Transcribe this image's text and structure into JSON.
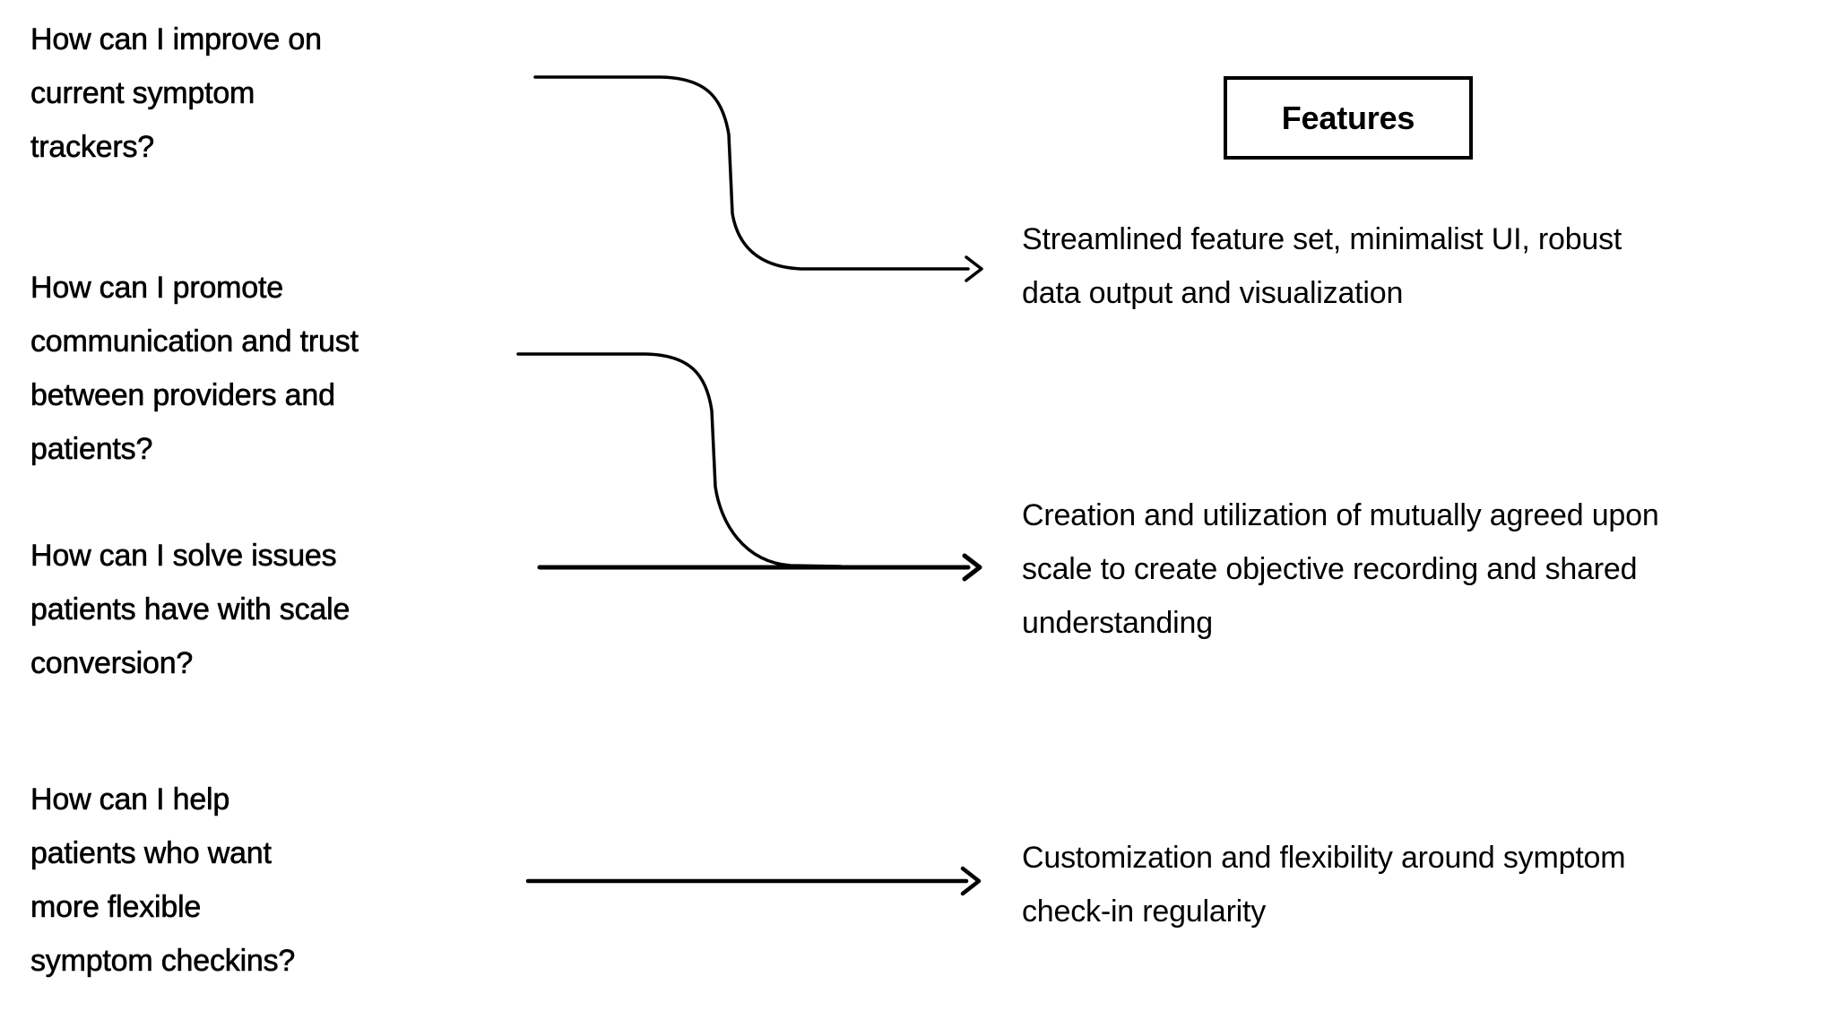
{
  "colors": {
    "background": "#ffffff",
    "ink": "#000000"
  },
  "features_box": {
    "label": "Features"
  },
  "questions": [
    {
      "id": "question-1",
      "label": "How can I improve on current symptom trackers?",
      "lines": [
        "How can I improve on",
        "current symptom",
        "trackers?"
      ]
    },
    {
      "id": "question-2",
      "label": "How can I promote communication and trust between providers and patients?",
      "lines": [
        "How can I promote",
        "communication and trust",
        "between providers and",
        "patients?"
      ]
    },
    {
      "id": "question-3",
      "label": "How can I solve issues patients have with scale conversion?",
      "lines": [
        "How can I solve issues",
        "patients have with scale",
        "conversion?"
      ]
    },
    {
      "id": "question-4",
      "label": "How can I help patients who want more flexible symptom checkins?",
      "lines": [
        "How can I help",
        "patients who want",
        "more flexible",
        "symptom checkins?"
      ]
    }
  ],
  "features": [
    {
      "id": "feature-1",
      "label": "Streamlined feature set, minimalist UI, robust data output and visualization",
      "lines": [
        "Streamlined feature set, minimalist UI, robust",
        "data output and visualization"
      ]
    },
    {
      "id": "feature-2",
      "label": "Creation and utilization of mutually agreed upon scale to create objective recording and shared understanding",
      "lines": [
        "Creation and utilization of mutually agreed upon",
        "scale to create objective recording and shared",
        "understanding"
      ]
    },
    {
      "id": "feature-3",
      "label": "Customization and flexibility around symptom check-in regularity",
      "lines": [
        "Customization and flexibility around symptom",
        "check-in regularity"
      ]
    }
  ],
  "connectors": [
    {
      "from": "question-1",
      "to": "feature-1",
      "style": "s-curve-arrow"
    },
    {
      "from": "question-2",
      "to": "feature-2",
      "style": "s-curve-merging-into-arrow"
    },
    {
      "from": "question-3",
      "to": "feature-2",
      "style": "straight-arrow"
    },
    {
      "from": "question-4",
      "to": "feature-3",
      "style": "straight-arrow"
    }
  ]
}
